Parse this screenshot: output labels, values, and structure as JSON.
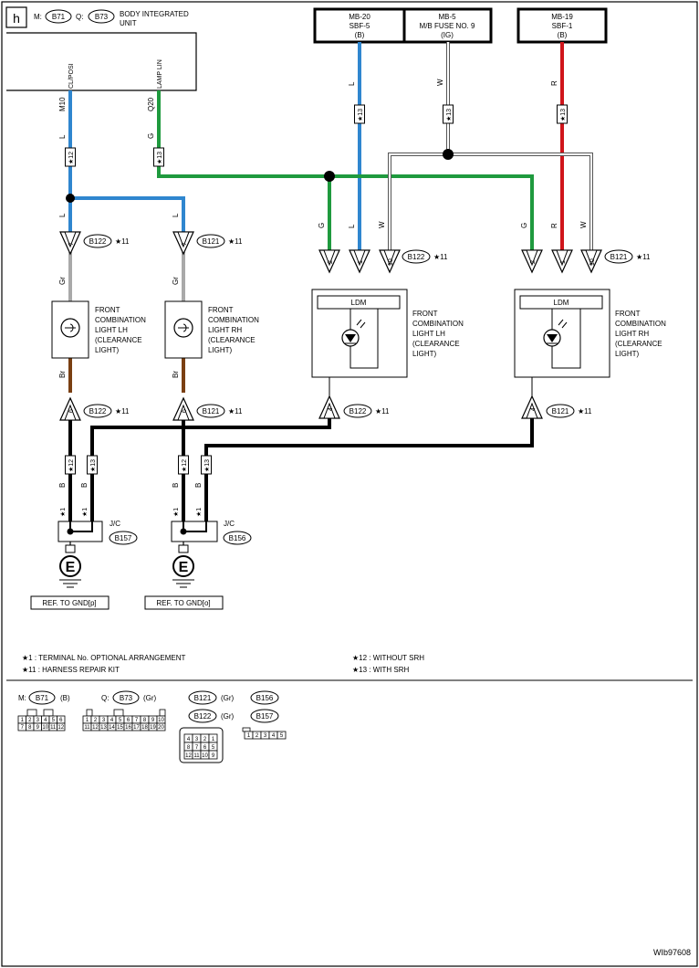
{
  "sheet": {
    "letter": "h",
    "drawing_code": "WIb97608"
  },
  "bcm": {
    "title_line1": "BODY INTEGRATED",
    "title_line2": "UNIT",
    "connector_m_prefix": "M:",
    "connector_q_prefix": "Q:",
    "connector_m": "B71",
    "connector_q": "B73",
    "pin_m_label": "CL/POSI",
    "pin_q_label": "LAMP LIN",
    "pin_m": "M10",
    "pin_q": "Q20"
  },
  "fuses": [
    {
      "line1": "MB-20",
      "line2": "SBF-5",
      "line3": "(B)"
    },
    {
      "line1": "MB-5",
      "line2": "M/B FUSE NO. 9",
      "line3": "(IG)"
    },
    {
      "line1": "MB-19",
      "line2": "SBF-1",
      "line3": "(B)"
    }
  ],
  "wire_colors": {
    "L": "L",
    "W": "W",
    "R": "R",
    "G": "G",
    "Gr": "Gr",
    "Br": "Br",
    "B": "B"
  },
  "marks": {
    "k1": "★1",
    "k11": "★11",
    "k12": "★12",
    "k13": "★13"
  },
  "connectors": {
    "b121": "B121",
    "b122": "B122",
    "b156": "B156",
    "b157": "B157"
  },
  "pins": {
    "p7": "7",
    "p6": "6",
    "p2": "2",
    "p1": "1",
    "p10": "10",
    "p4": "4"
  },
  "lamps": {
    "lh_line1": "FRONT",
    "lh_line2": "COMBINATION",
    "lh_line3": "LIGHT LH",
    "lh_line4": "(CLEARANCE",
    "lh_line5": "LIGHT)",
    "rh_line1": "FRONT",
    "rh_line2": "COMBINATION",
    "rh_line3": "LIGHT RH",
    "rh_line4": "(CLEARANCE",
    "rh_line5": "LIGHT)",
    "ldm": "LDM"
  },
  "jc": {
    "label": "J/C",
    "ground": "E",
    "ref_p": "REF. TO GND[p]",
    "ref_o": "REF. TO GND[o]"
  },
  "notes": {
    "n1": "★1  : TERMINAL No. OPTIONAL ARRANGEMENT",
    "n11": "★11  : HARNESS REPAIR KIT",
    "n12": "★12  : WITHOUT SRH",
    "n13": "★13  : WITH SRH"
  },
  "legend": {
    "m_prefix": "M:",
    "q_prefix": "Q:",
    "b71_color": "(B)",
    "b73_color": "(Gr)",
    "b121_color": "(Gr)",
    "b122_color": "(Gr)",
    "b71_row1": [
      "1",
      "2",
      "3",
      "4",
      "5",
      "6"
    ],
    "b71_row2": [
      "7",
      "8",
      "9",
      "10",
      "11",
      "12"
    ],
    "b73_row1": [
      "1",
      "2",
      "3",
      "4",
      "5",
      "6",
      "7",
      "8",
      "9",
      "10"
    ],
    "b73_row2": [
      "11",
      "12",
      "13",
      "14",
      "15",
      "16",
      "17",
      "18",
      "19",
      "20"
    ],
    "b121_row1": [
      "4",
      "3",
      "2",
      "1"
    ],
    "b121_row2": [
      "8",
      "7",
      "6",
      "5"
    ],
    "b121_row3": [
      "12",
      "11",
      "10",
      "9"
    ],
    "b156_row": [
      "1",
      "2",
      "3",
      "4",
      "5"
    ]
  },
  "colors": {
    "blue": "#2f86cf",
    "green": "#1f9a3e",
    "red": "#d0151b",
    "brown": "#7a3f12",
    "gray": "#a9a9a9",
    "black": "#000000"
  }
}
